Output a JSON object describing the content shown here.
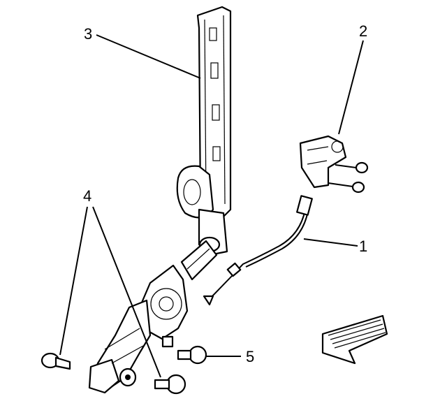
{
  "callouts": {
    "c1": "1",
    "c2": "2",
    "c3": "3",
    "c4": "4",
    "c5": "5"
  },
  "icons": {
    "arrow": "front-direction-arrow-icon"
  }
}
